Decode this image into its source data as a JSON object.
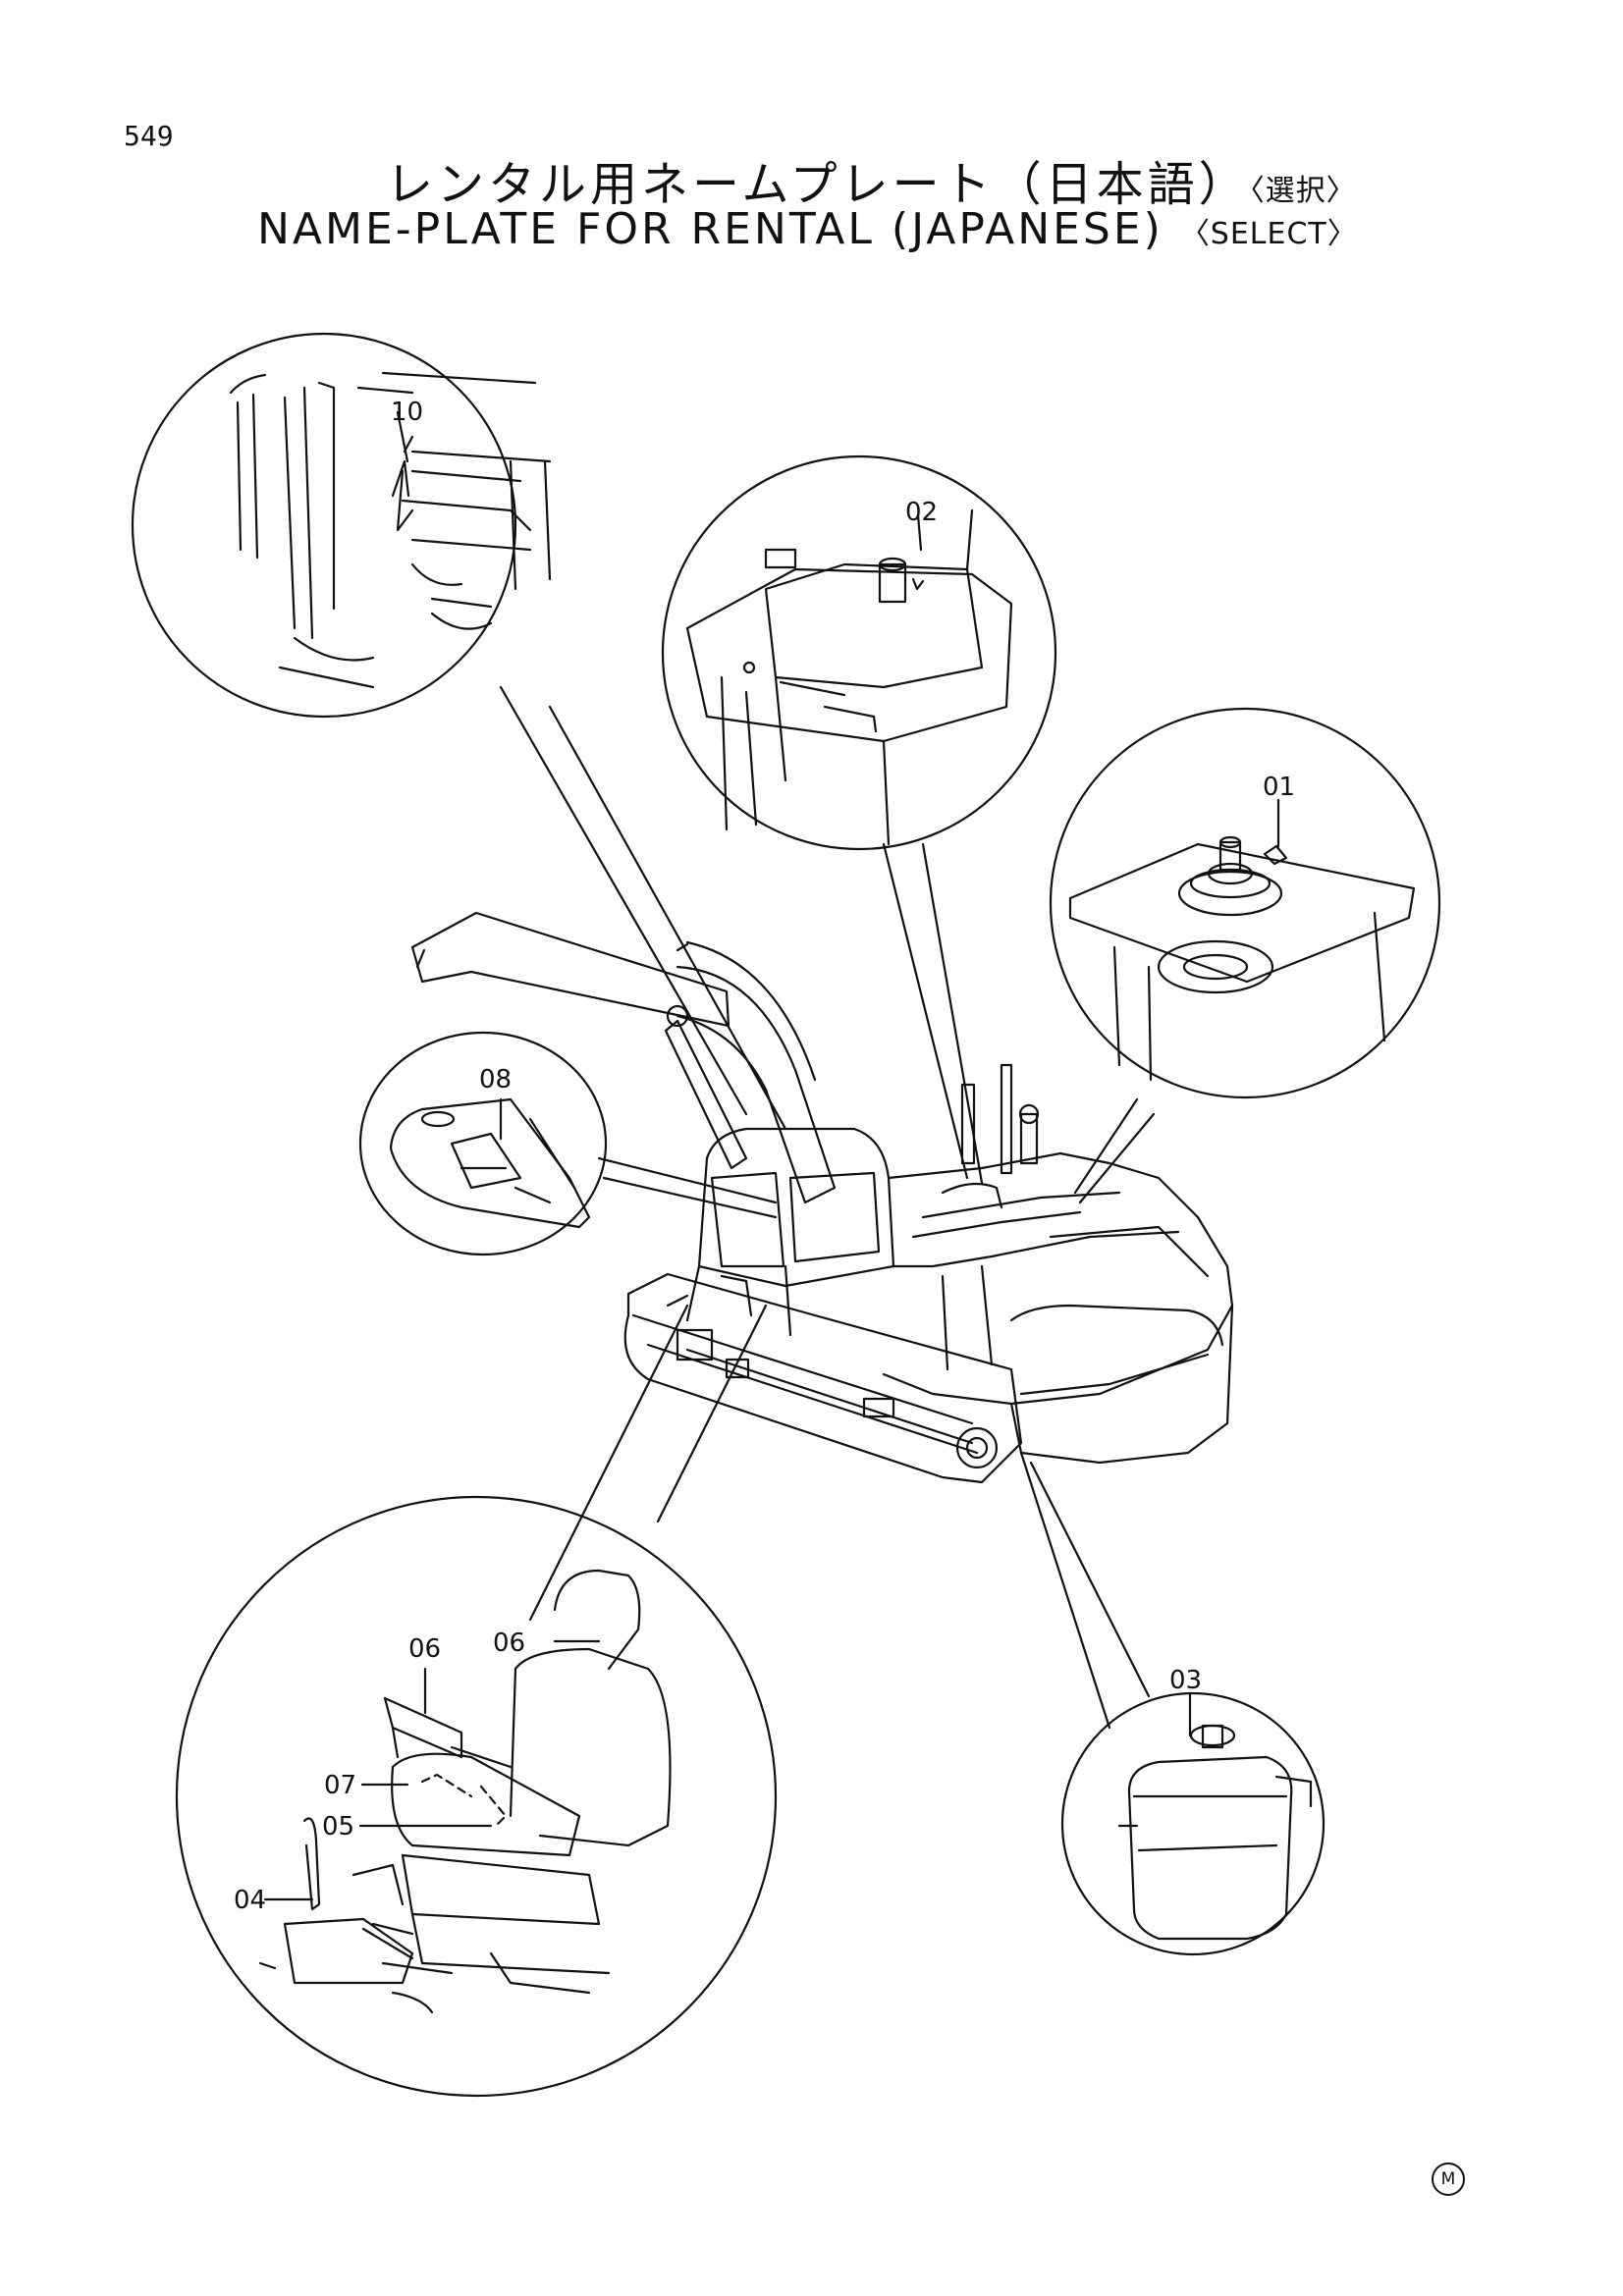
{
  "header": {
    "page_number": "549",
    "title_jp": "レンタル用ネームプレート（日本語）",
    "title_jp_select": "〈選択〉",
    "title_en": "NAME-PLATE FOR RENTAL (JAPANESE)",
    "title_en_select": "〈SELECT〉"
  },
  "callouts": {
    "c10": "10",
    "c02": "02",
    "c01": "01",
    "c08": "08",
    "c06a": "06",
    "c06b": "06",
    "c07": "07",
    "c05": "05",
    "c04": "04",
    "c03": "03"
  },
  "footer": {
    "mark": "M"
  }
}
